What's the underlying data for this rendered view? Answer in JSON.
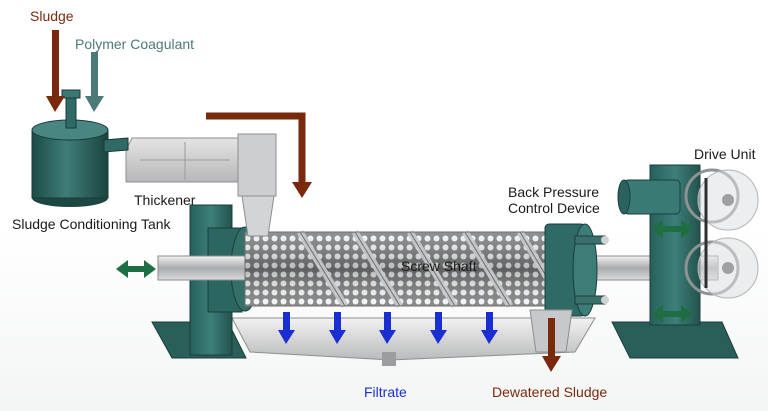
{
  "labels": {
    "sludge": "Sludge",
    "polymer_coagulant": "Polymer Coagulant",
    "thickener": "Thickener",
    "sludge_conditioning_tank": "Sludge Conditioning Tank",
    "back_pressure_control_device": "Back Pressure Control Device",
    "drive_unit": "Drive Unit",
    "screw_shaft": "Screw Shaft",
    "filtrate": "Filtrate",
    "dewatered_sludge": "Dewatered Sludge"
  },
  "colors": {
    "sludge_arrow": "#7a2a0c",
    "polymer_arrow": "#4b7a78",
    "filtrate_arrow": "#1b2fd0",
    "motion_arrow": "#1f6e43",
    "machine_green": "#2f6a66",
    "steel": "#9a9c9e"
  }
}
